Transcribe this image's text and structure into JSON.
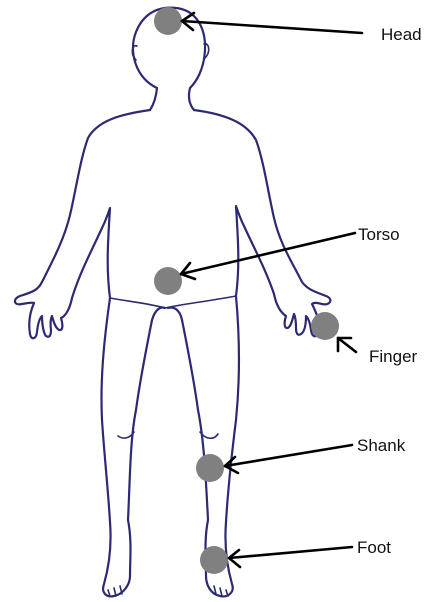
{
  "diagram": {
    "sensors": [
      {
        "id": "head",
        "label": "Head"
      },
      {
        "id": "torso",
        "label": "Torso"
      },
      {
        "id": "finger",
        "label": "Finger"
      },
      {
        "id": "shank",
        "label": "Shank"
      },
      {
        "id": "foot",
        "label": "Foot"
      }
    ],
    "colors": {
      "outline": "#2b2a72",
      "sensor": "#808080",
      "arrow": "#000000"
    }
  }
}
